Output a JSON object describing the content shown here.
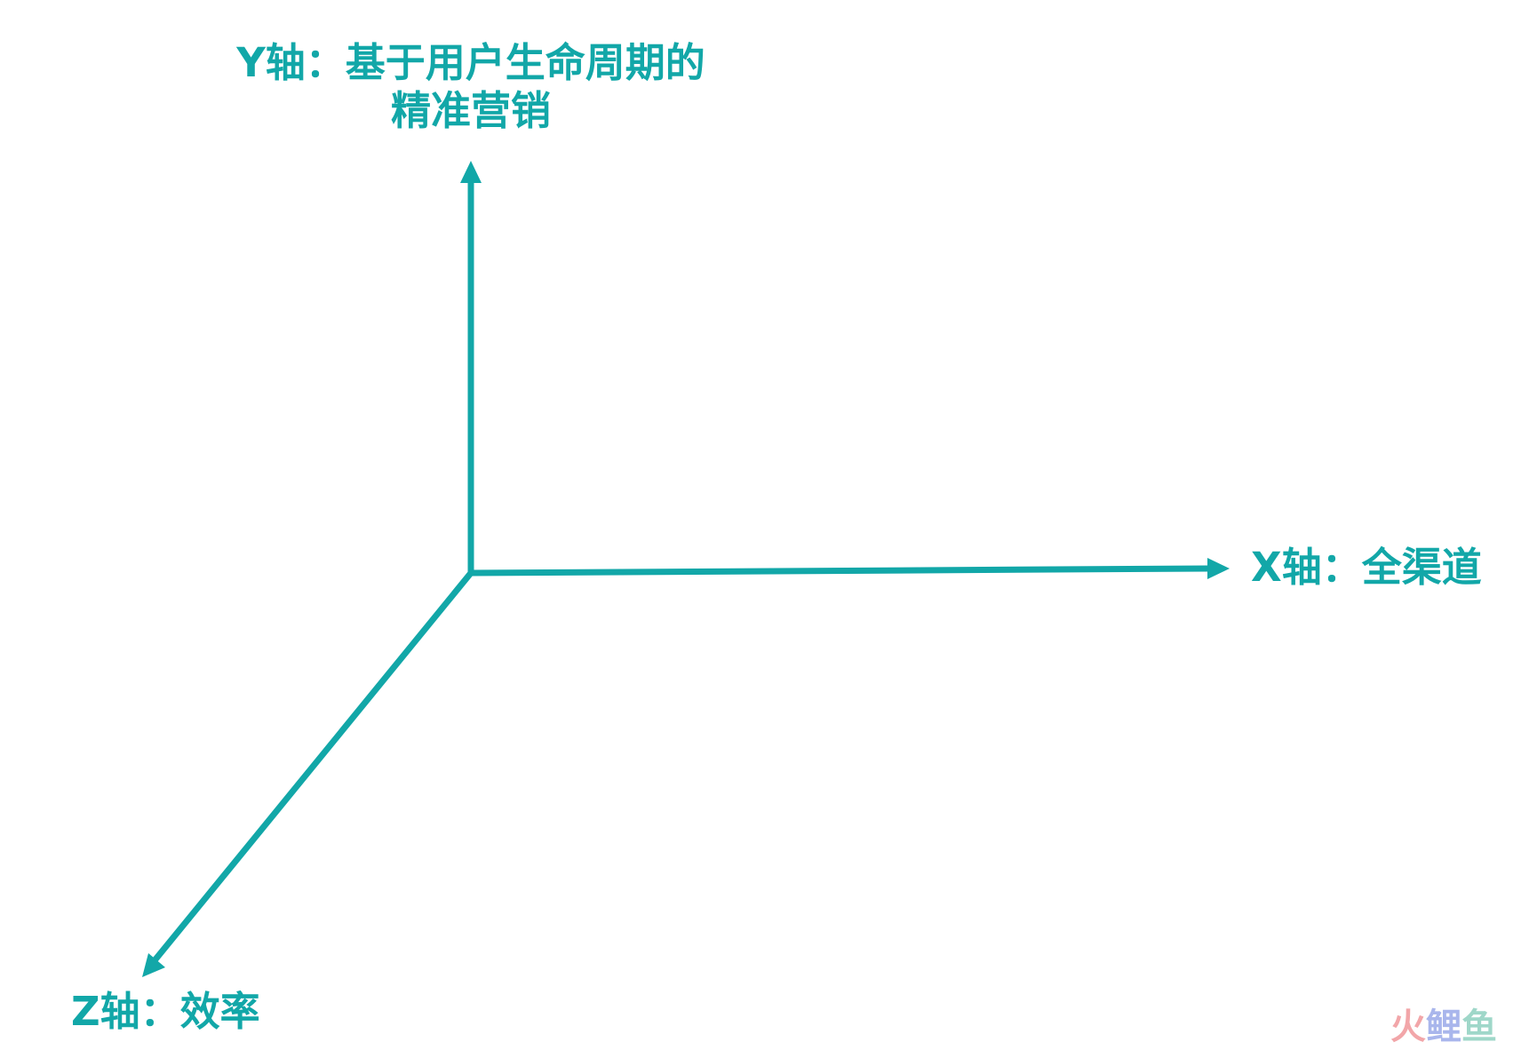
{
  "colors": {
    "axis": "#12a7a8",
    "label": "#12a7a8",
    "watermark_part1": "#f2a6a9",
    "watermark_part2": "#a9b6ec",
    "watermark_part3": "#9fd7c9"
  },
  "labels": {
    "y_axis_line1": "Y轴：基于用户生命周期的",
    "y_axis_line2": "精准营销",
    "x_axis": "X轴：全渠道",
    "z_axis": "Z轴：效率"
  },
  "watermark": {
    "part1": "火",
    "part2": "鲤",
    "part3": "鱼"
  }
}
